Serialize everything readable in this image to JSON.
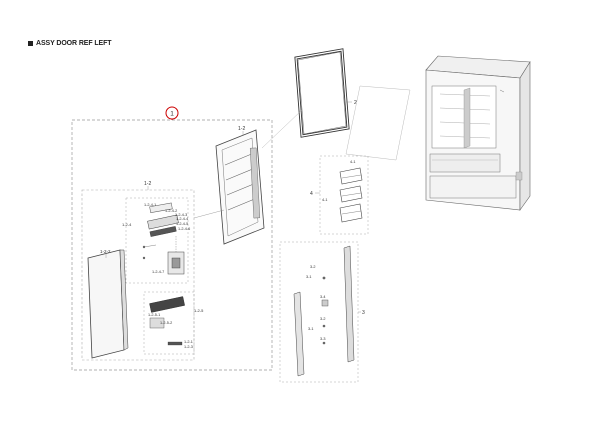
{
  "header": {
    "title": "ASSY DOOR REF LEFT"
  },
  "callouts": {
    "main": "1",
    "gasket": "2",
    "shelves": "3",
    "bins": "4",
    "door_inner": "1-2",
    "door_sub": "1-2",
    "dispenser_sub": "1-2-4",
    "dispenser_a": "1-2-4-1",
    "dispenser_b": "1-2-4-2",
    "dispenser_c": "1-2-4-3",
    "dispenser_d": "1-2-4-4",
    "dispenser_e": "1-2-4-5",
    "dispenser_f": "1-2-4-6",
    "dispenser_g": "1-2-4-7",
    "outer_panel": "1-2-2",
    "bottom_sub": "1-2-5",
    "bottom_a": "1-2-5-1",
    "bottom_b": "1-2-5-2",
    "bottom_c": "1-2-1",
    "bottom_d": "1-2-3",
    "bin_top": "4-1",
    "bin_left": "4-1",
    "shelf_a": "3-2",
    "shelf_b": "3-1",
    "shelf_c": "3-4",
    "shelf_d": "3-2",
    "shelf_e": "3-1",
    "shelf_f": "3-3"
  }
}
